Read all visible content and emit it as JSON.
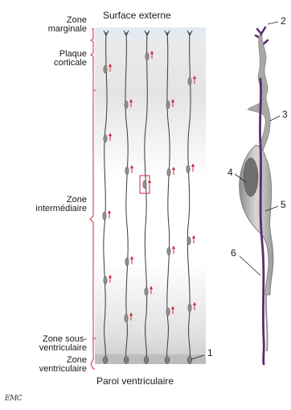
{
  "top_label": "Surface externe",
  "bottom_label": "Paroi ventriculaire",
  "zones": [
    {
      "id": "marginal",
      "lines": [
        "Zone",
        "marginale"
      ]
    },
    {
      "id": "cortical",
      "lines": [
        "Plaque",
        "corticale"
      ]
    },
    {
      "id": "intermediate",
      "lines": [
        "Zone",
        "intermédiaire"
      ]
    },
    {
      "id": "subventricular",
      "lines": [
        "Zone sous-",
        "ventriculaire"
      ]
    },
    {
      "id": "ventricular",
      "lines": [
        "Zone",
        "ventriculaire"
      ]
    }
  ],
  "numbers": [
    "1",
    "2",
    "3",
    "4",
    "5",
    "6"
  ],
  "logo": "EMC",
  "colors": {
    "accent_red": "#d0263a",
    "fiber_purple": "#5a2a6e",
    "neuron_grey": "#9a9a9a",
    "band_grey": "#d4d4d4"
  }
}
